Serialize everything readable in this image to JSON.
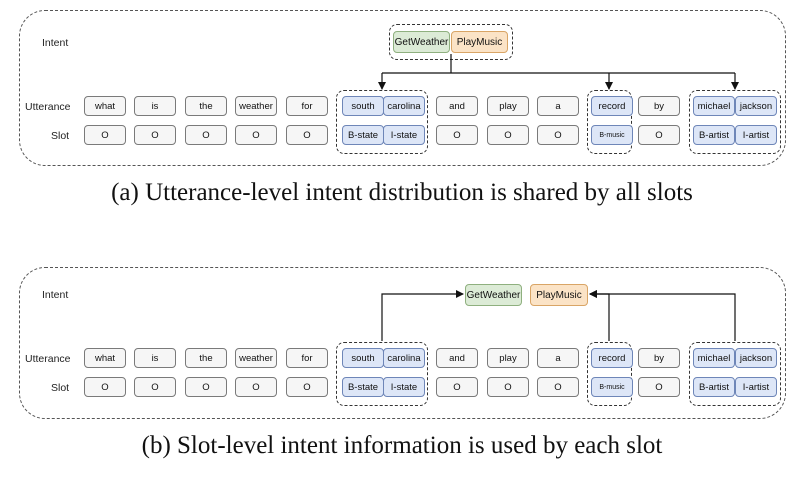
{
  "labels": {
    "intent": "Intent",
    "utterance": "Utterance",
    "slot": "Slot"
  },
  "utterance_tokens": [
    "what",
    "is",
    "the",
    "weather",
    "for",
    "south",
    "carolina",
    "and",
    "play",
    "a",
    "record",
    "by",
    "michael",
    "jackson"
  ],
  "slot_tokens": [
    "O",
    "O",
    "O",
    "O",
    "O",
    "B-state",
    "I-state",
    "O",
    "O",
    "O",
    "B-music",
    "O",
    "B-artist",
    "I-artist"
  ],
  "intents": {
    "get_weather": "GetWeather",
    "play_music": "PlayMusic"
  },
  "captions": {
    "a": "(a) Utterance-level intent distribution is shared by all slots",
    "b": "(b) Slot-level intent information is used by each slot"
  },
  "colors": {
    "slot_highlight": "#dde6f7",
    "get_weather": "#dcebd6",
    "play_music": "#fbe3c6"
  }
}
